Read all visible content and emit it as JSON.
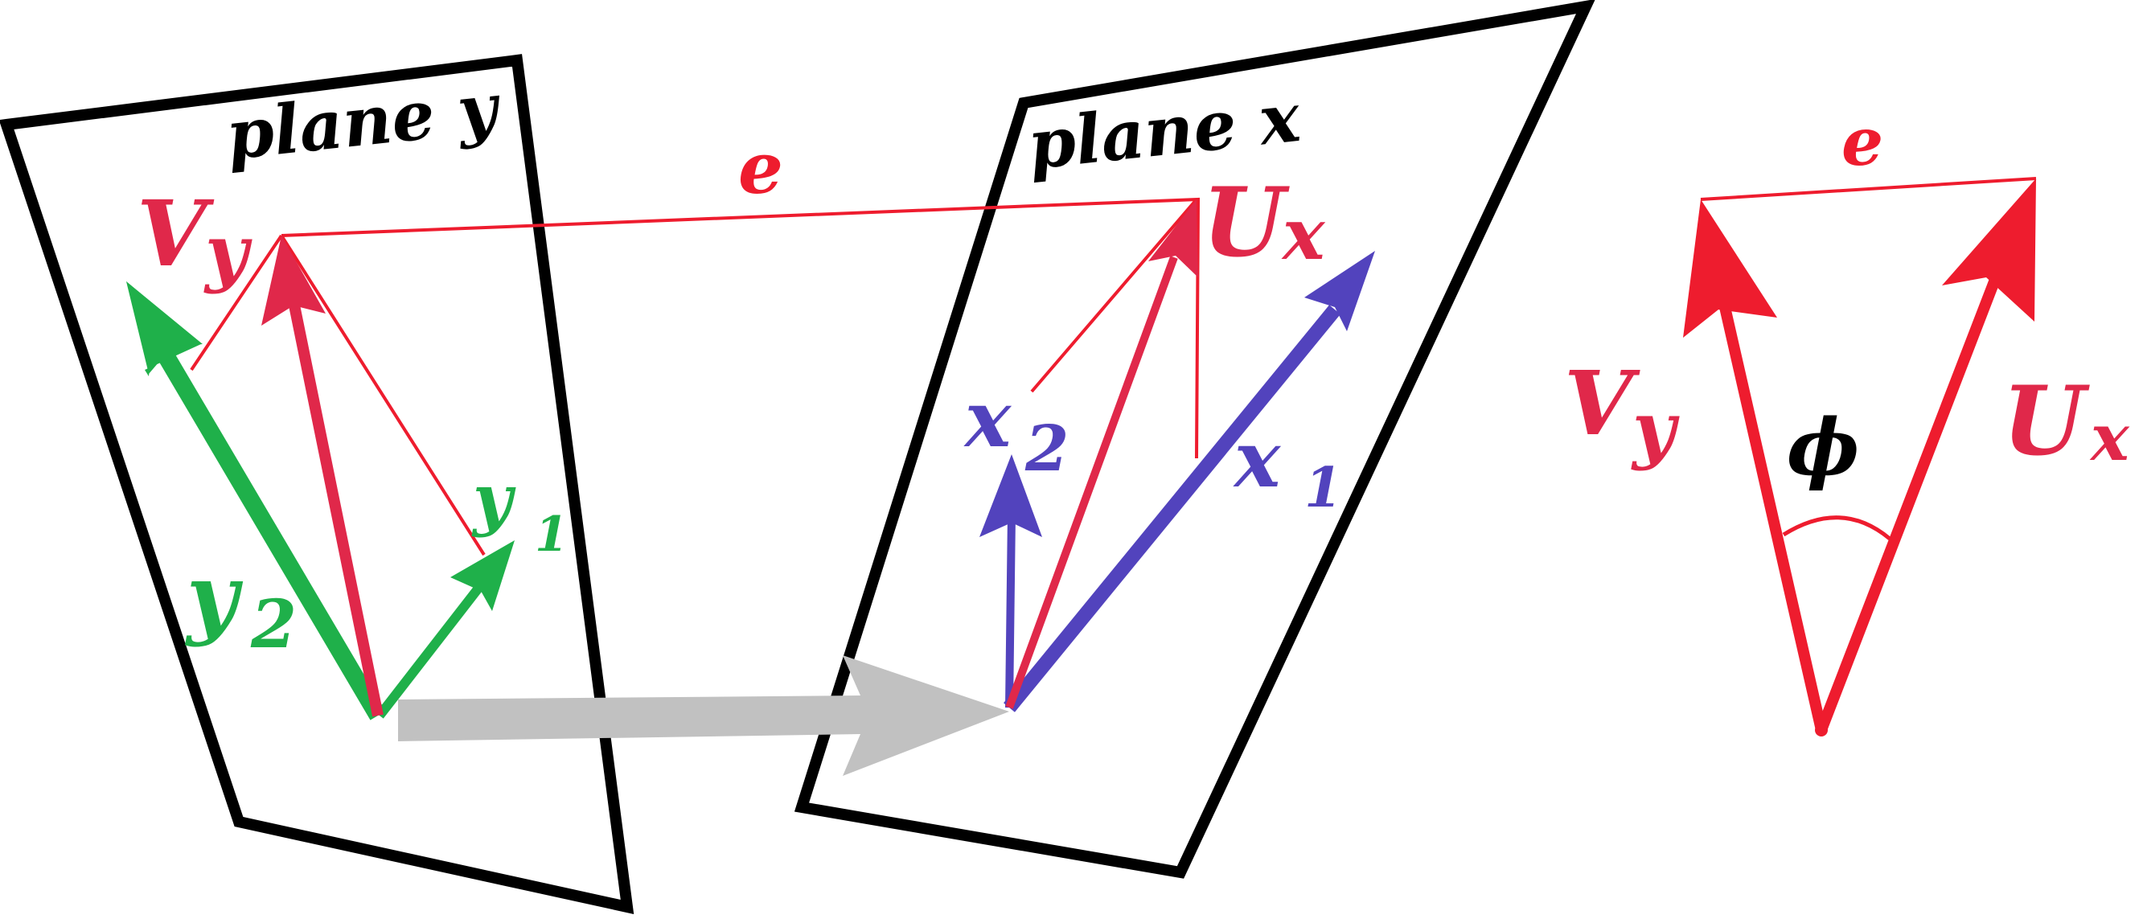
{
  "colors": {
    "frame": "#000000",
    "red": "#ee1c2e",
    "crimson": "#e0284a",
    "green": "#1fb04a",
    "purple": "#5243bd",
    "gray": "#c1c1c1"
  },
  "labels": {
    "plane_y": "plane y",
    "plane_x": "plane x",
    "e_left": "e",
    "e_right": "e",
    "V_left": "V",
    "V_left_sub": "y",
    "U_left": "U",
    "U_left_sub": "x",
    "y1": "y",
    "y1_sub": "1",
    "y2": "y",
    "y2_sub": "2",
    "x1": "x",
    "x1_sub": "1",
    "x2": "x",
    "x2_sub": "2",
    "V_right": "V",
    "V_right_sub": "y",
    "U_right": "U",
    "U_right_sub": "x",
    "phi": "ϕ"
  }
}
